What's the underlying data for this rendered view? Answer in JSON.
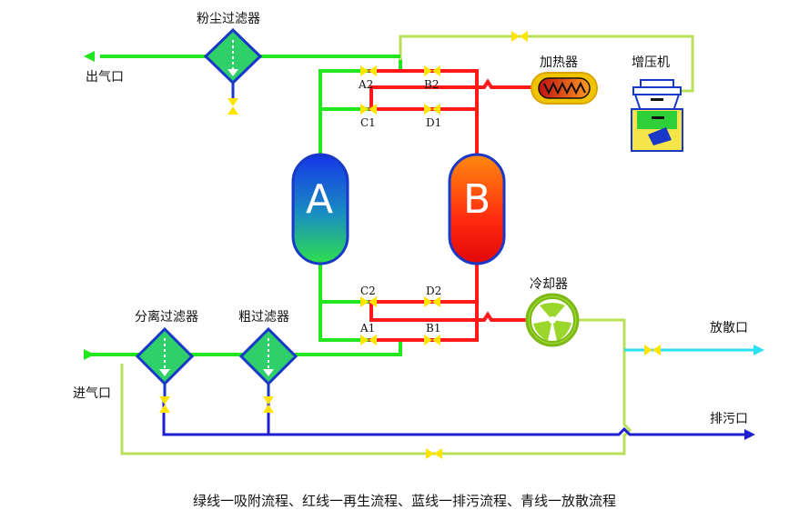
{
  "labels": {
    "dust_filter": "粉尘过滤器",
    "outlet": "出气口",
    "heater": "加热器",
    "blower": "增压机",
    "cooler": "冷却器",
    "vent": "放散口",
    "drain": "排污口",
    "separator_filter": "分离过滤器",
    "coarse_filter": "粗过滤器",
    "inlet": "进气口"
  },
  "towers": {
    "a": "A",
    "b": "B"
  },
  "valves": {
    "a2": "A2",
    "b2": "B2",
    "c1": "C1",
    "d1": "D1",
    "c2": "C2",
    "d2": "D2",
    "a1": "A1",
    "b1": "B1"
  },
  "legend": "绿线一吸附流程、红线一再生流程、蓝线一排污流程、青线一放散流程",
  "colors": {
    "adsorption": "#22e61e",
    "regeneration": "#ff1a1a",
    "drain": "#1f1fd0",
    "vent": "#2ee0f5",
    "loop": "#b8e05a",
    "valve": "#ffe400"
  }
}
